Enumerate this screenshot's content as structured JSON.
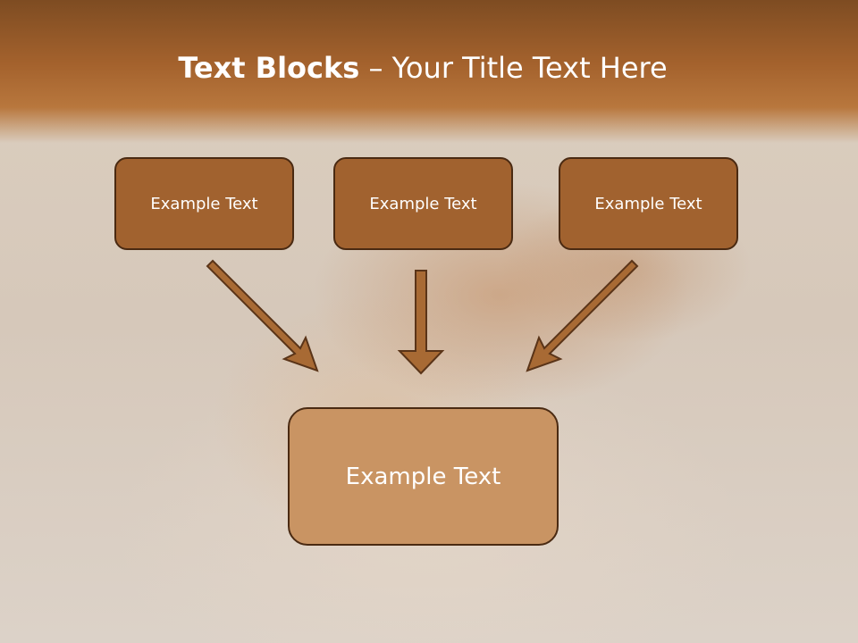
{
  "header": {
    "title_bold": "Text Blocks",
    "title_rest": " – Your Title Text Here"
  },
  "boxes": {
    "top": [
      "Example Text",
      "Example Text",
      "Example Text"
    ],
    "main": "Example Text"
  },
  "colors": {
    "header": "#a4622d",
    "box_fill": "#a1622f",
    "box_border": "#4a2a12",
    "main_fill": "#c99463",
    "arrow_fill": "#a86a34",
    "arrow_stroke": "#5a3418"
  }
}
